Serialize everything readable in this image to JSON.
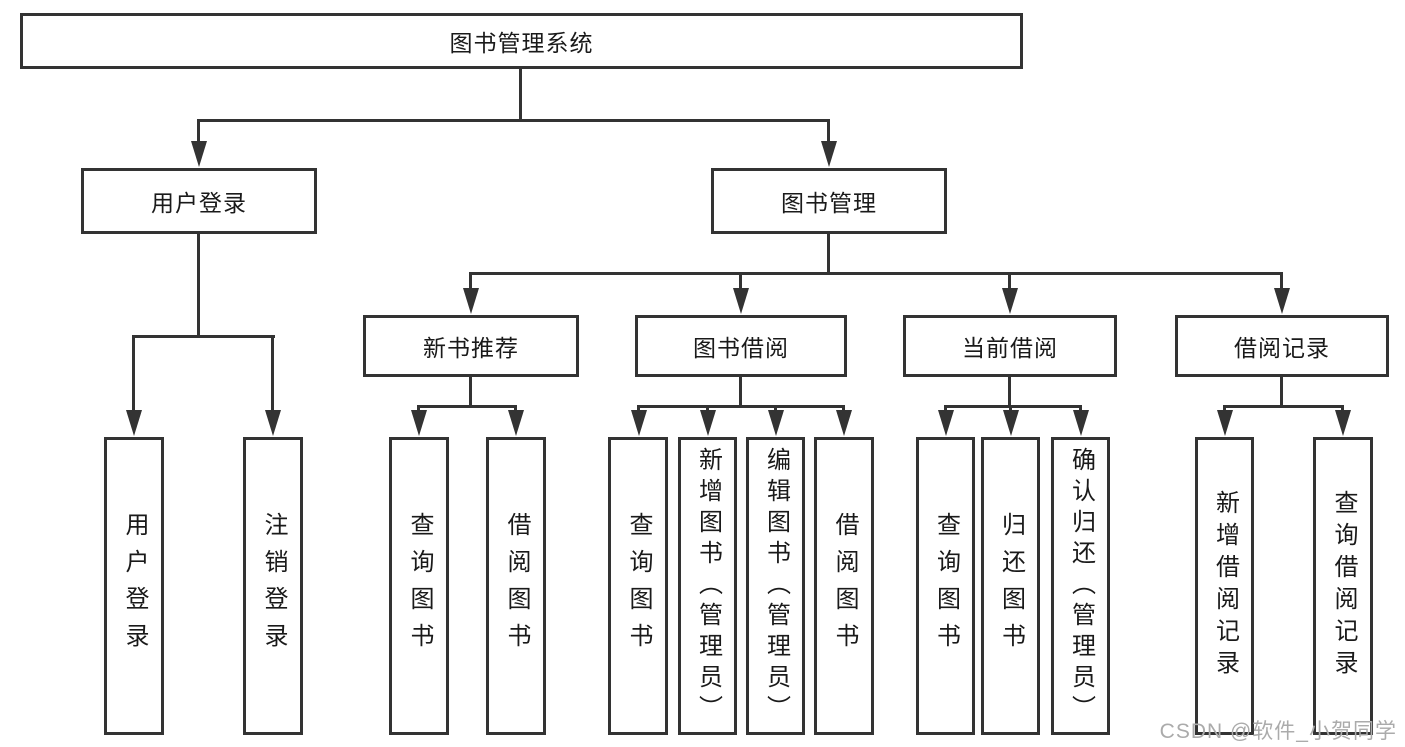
{
  "tree": {
    "root": {
      "label": "图书管理系统"
    },
    "branches": [
      {
        "label": "用户登录",
        "children": [
          {
            "label": "用户登录"
          },
          {
            "label": "注销登录"
          }
        ]
      },
      {
        "label": "图书管理",
        "children": [
          {
            "label": "新书推荐",
            "children": [
              {
                "label": "查询图书"
              },
              {
                "label": "借阅图书"
              }
            ]
          },
          {
            "label": "图书借阅",
            "children": [
              {
                "label": "查询图书"
              },
              {
                "label": "新增图书（管理员）"
              },
              {
                "label": "编辑图书（管理员）"
              },
              {
                "label": "借阅图书"
              }
            ]
          },
          {
            "label": "当前借阅",
            "children": [
              {
                "label": "查询图书"
              },
              {
                "label": "归还图书"
              },
              {
                "label": "确认归还（管理员）"
              }
            ]
          },
          {
            "label": "借阅记录",
            "children": [
              {
                "label": "新增借阅记录"
              },
              {
                "label": "查询借阅记录"
              }
            ]
          }
        ]
      }
    ]
  },
  "watermark": {
    "text": "CSDN @软件_小贺同学"
  },
  "colors": {
    "line": "#333333",
    "text": "#1a1a1a",
    "background": "#ffffff",
    "watermark": "#ababab"
  }
}
